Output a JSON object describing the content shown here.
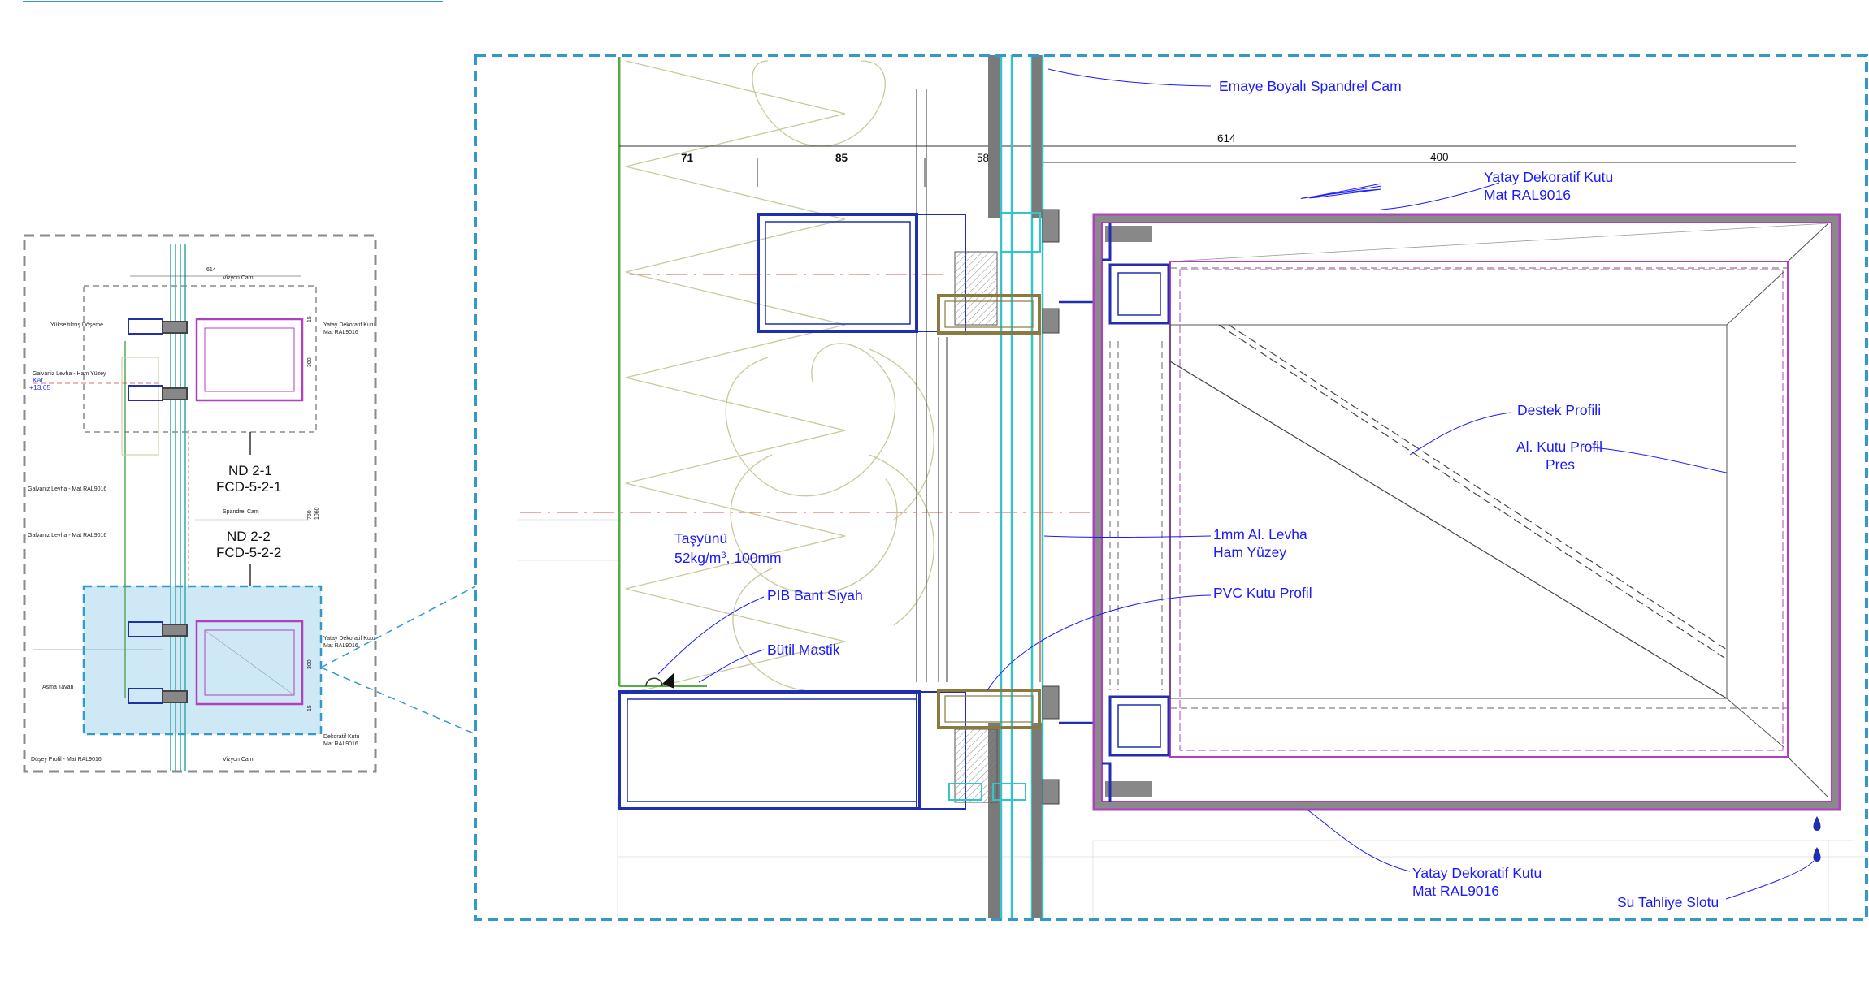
{
  "detail_labels": {
    "spandrel_glass": "Emaye Boyalı Spandrel Cam",
    "deco_box_top_l1": "Yatay Dekoratif Kutu",
    "deco_box_top_l2": "Mat RAL9016",
    "support_profile": "Destek Profili",
    "al_box_l1": "Al. Kutu Profil",
    "al_box_l2": "Pres",
    "al_sheet_l1": "1mm Al. Levha",
    "al_sheet_l2": "Ham Yüzey",
    "pvc_box": "PVC Kutu Profil",
    "wool_l1": "Taşyünü",
    "wool_l2_a": "52kg/m",
    "wool_l2_sup": "3",
    "wool_l2_b": ", 100mm",
    "pib_tape": "PIB Bant Siyah",
    "butyl": "Bütil Mastik",
    "deco_box_bot_l1": "Yatay Dekoratif Kutu",
    "deco_box_bot_l2": "Mat RAL9016",
    "drain_slot": "Su Tahliye Slotu"
  },
  "dimensions": {
    "d71": "71",
    "d85": "85",
    "d58": "58",
    "d614": "614",
    "d400": "400"
  },
  "overview": {
    "dim_614": "614",
    "vision_glass_top": "Vizyon Cam",
    "vision_glass_bot": "Vizyon Cam",
    "raised_floor": "Yükseltilmiş Döşeme",
    "galv_raw": "Galvaniz Levha - Ham Yüzey",
    "floor_label": "Kat",
    "floor_level": "+13.65",
    "galv_mat_1": "Galvaniz Levha - Mat RAL9016",
    "galv_mat_2": "Galvaniz Levha - Mat RAL9016",
    "spandrel": "Spandrel Cam",
    "ceiling": "Asma Tavan",
    "vertical_profile": "Düşey Profil - Mat RAL9016",
    "deco_top_l1": "Yatay Dekoratif Kutu",
    "deco_top_l2": "Mat RAL9016",
    "deco_mid_l1": "Yatay Dekoratif Kutu",
    "deco_mid_l2": "Mat RAL9016",
    "deco_bot_l1": "Dekoratif Kutu",
    "deco_bot_l2": "Mat RAL9016",
    "nd21": "ND 2-1",
    "fcd521": "FCD-5-2-1",
    "nd22": "ND 2-2",
    "fcd522": "FCD-5-2-2",
    "d15a": "15",
    "d300a": "300",
    "d760": "760",
    "d1060": "1060",
    "d300b": "300",
    "d15b": "15"
  },
  "colors": {
    "frame_blue": "#3399cc",
    "label_blue": "#1a1aff",
    "profile_blue": "#1f2fb0",
    "box_magenta": "#b040c0",
    "glass_cyan": "#33c6c6",
    "insulation": "#c8c89a",
    "highlight": "#cfe8f6"
  }
}
